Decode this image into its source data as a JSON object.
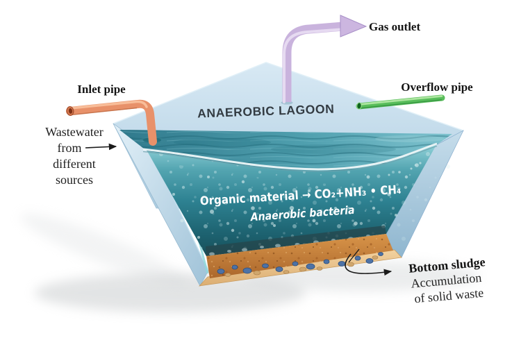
{
  "diagram": {
    "title": "ANAEROBIC LAGOON",
    "inlet": {
      "label": "Inlet pipe"
    },
    "gas": {
      "label": "Gas outlet"
    },
    "overflow": {
      "label": "Overflow pipe"
    },
    "source_note": {
      "line1": "Wastewater",
      "line2": "from",
      "line3": "different",
      "line4": "sources"
    },
    "reaction": {
      "equation": "Organic material → CO₂+NH₃ • CH₄",
      "agent": "Anaerobic bacteria"
    },
    "sludge": {
      "label": "Bottom sludge",
      "desc_line1": "Accumulation",
      "desc_line2": "of solid waste"
    }
  },
  "colors": {
    "wall_light_blue": "#c8dfee",
    "water_surface_teal": "#4f9fae",
    "water_deep_teal": "#1d6271",
    "sludge_brown": "#c5813f",
    "rim_tan": "#ecc28b",
    "inlet_pipe_orange": "#e8916a",
    "gas_pipe_purple": "#c9b3dd",
    "overflow_pipe_green": "#58bd5b",
    "pebble_blue": "#4d72a6",
    "label_text": "#141414",
    "title_text": "#333b42",
    "reaction_text": "#ffffff"
  }
}
